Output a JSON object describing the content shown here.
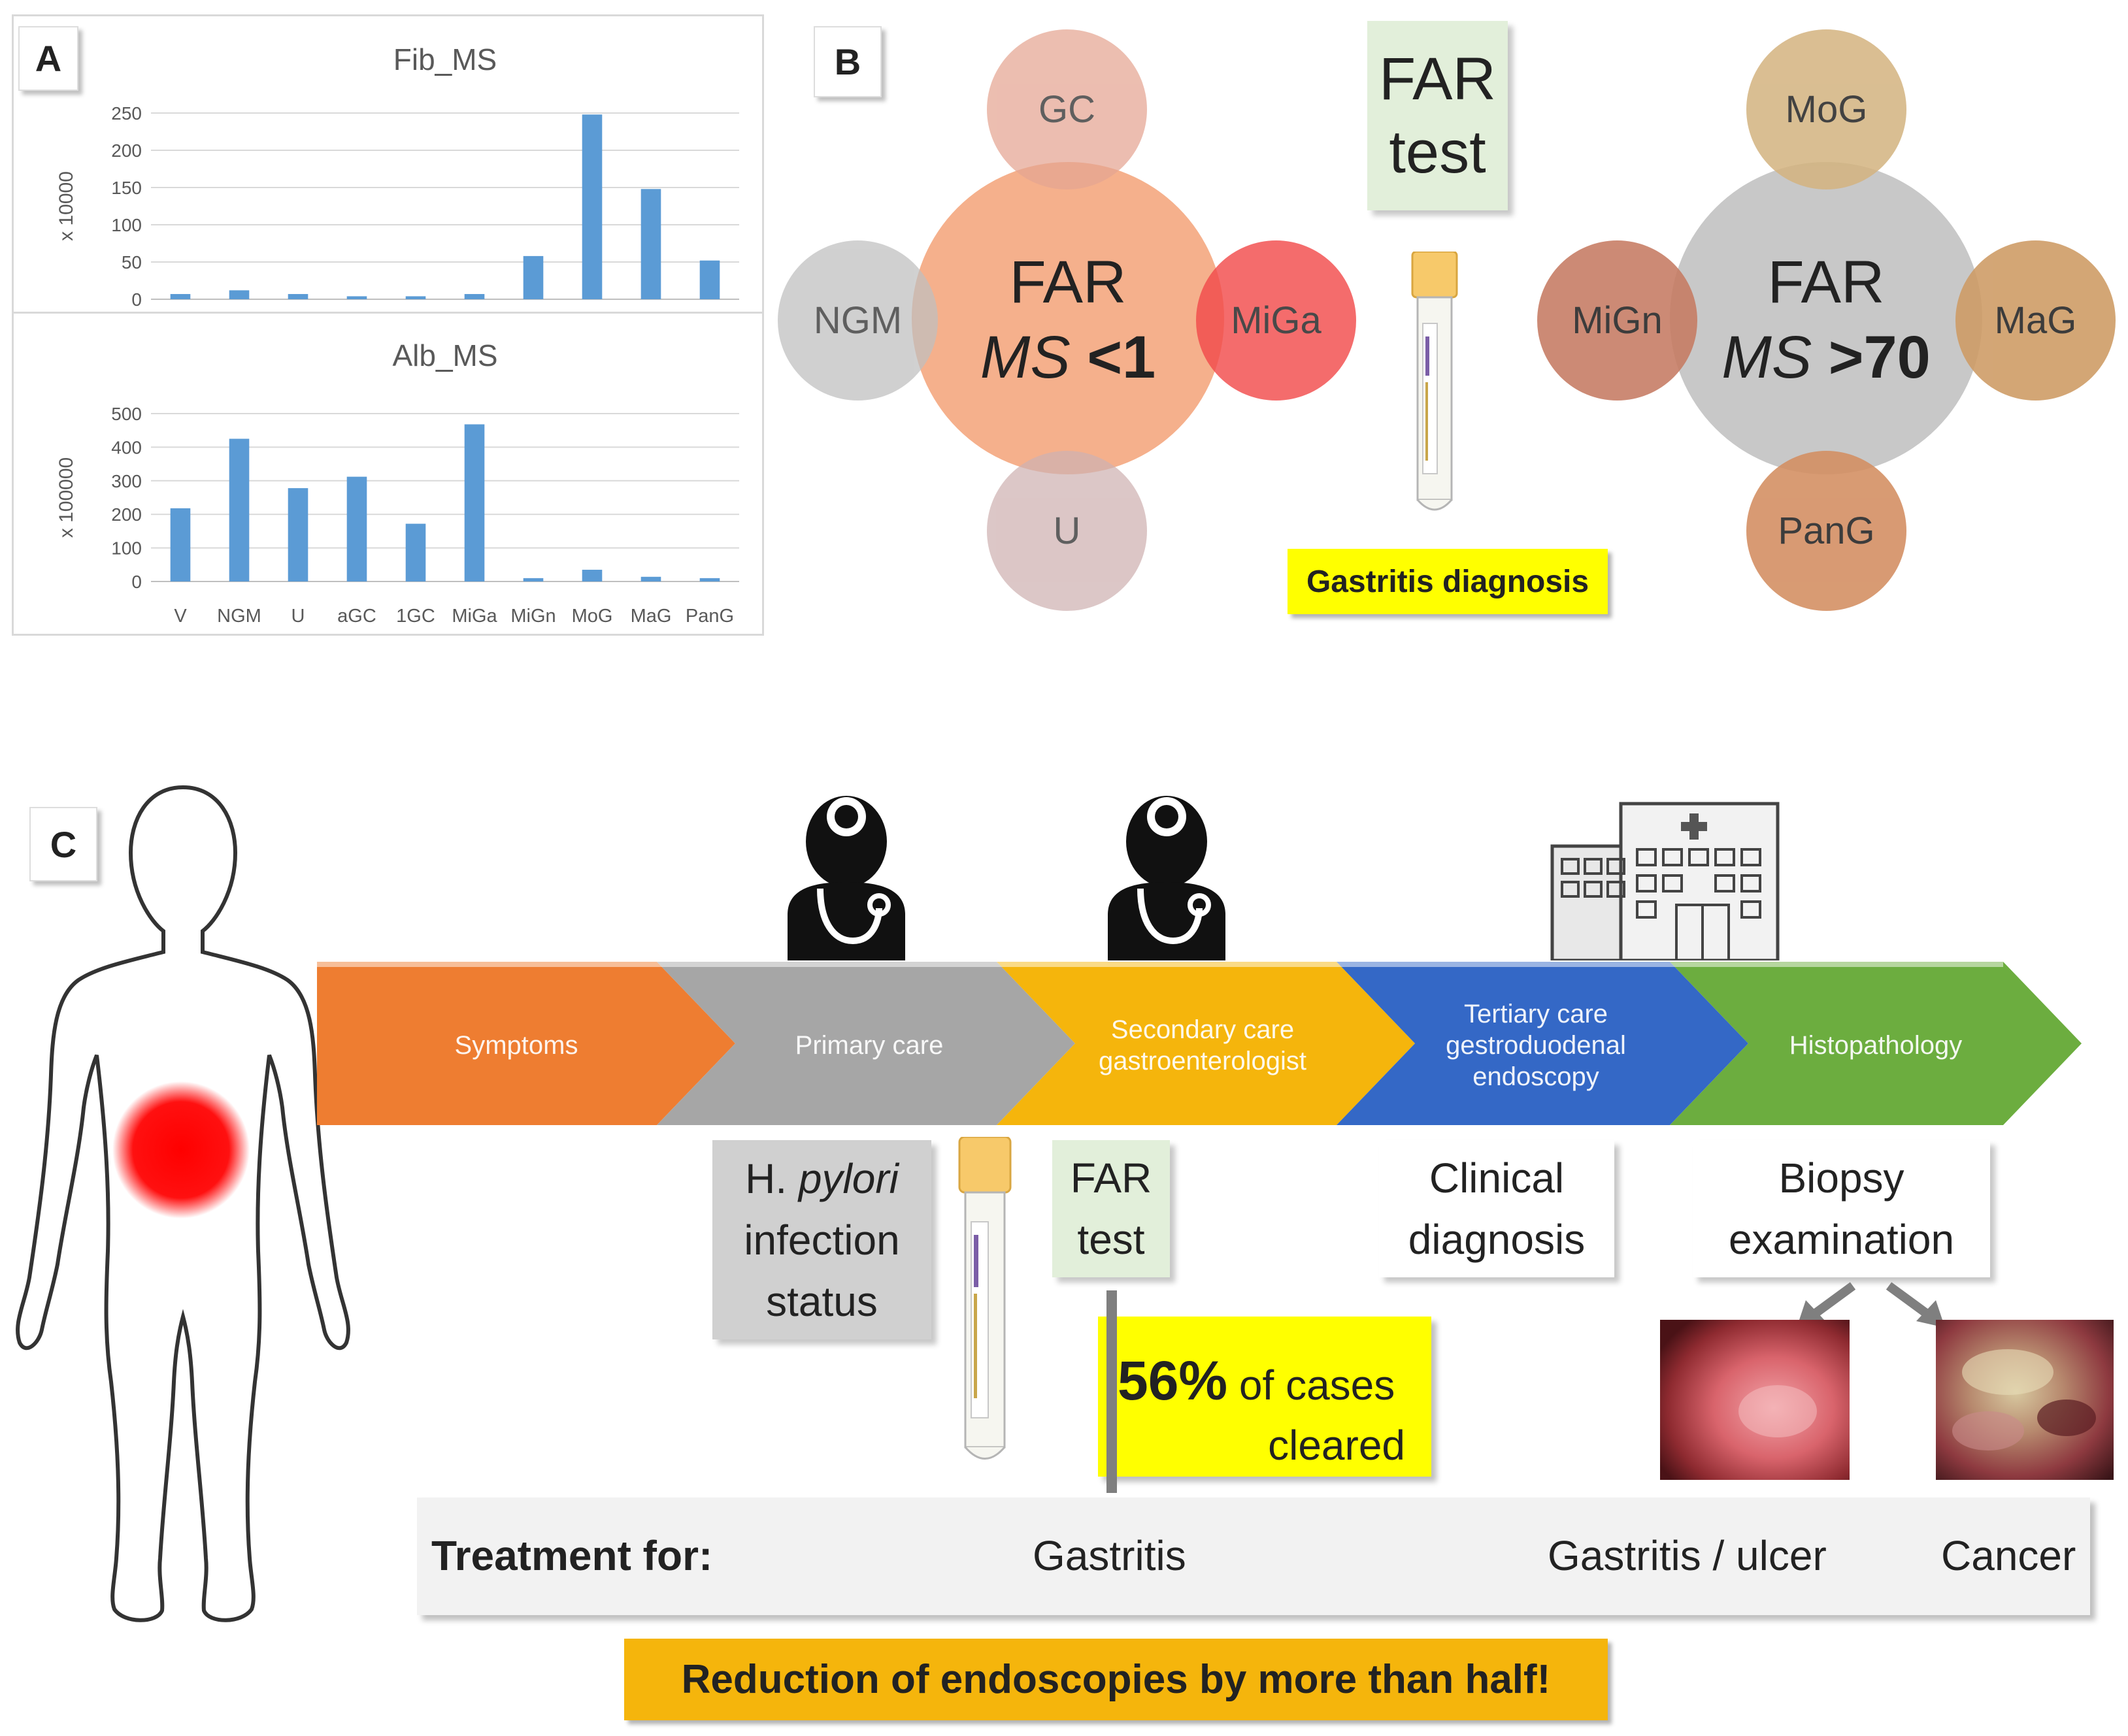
{
  "panels": {
    "a": "A",
    "b": "B",
    "c": "C"
  },
  "chart_data": [
    {
      "type": "bar",
      "title": "Fib_MS",
      "ylabel": "x 10000",
      "categories": [
        "V",
        "NGM",
        "U",
        "aGC",
        "1GC",
        "MiGa",
        "MiGn",
        "MoG",
        "MaG",
        "PanG"
      ],
      "values": [
        7,
        12,
        7,
        4,
        4,
        7,
        58,
        248,
        148,
        52
      ],
      "ylim": [
        0,
        250
      ],
      "yticks": [
        "0",
        "50",
        "100",
        "150",
        "200",
        "250"
      ],
      "grid": true,
      "color": "#5b9bd5"
    },
    {
      "type": "bar",
      "title": "Alb_MS",
      "ylabel": "x 100000",
      "categories": [
        "V",
        "NGM",
        "U",
        "aGC",
        "1GC",
        "MiGa",
        "MiGn",
        "MoG",
        "MaG",
        "PanG"
      ],
      "values": [
        218,
        425,
        278,
        312,
        172,
        468,
        10,
        35,
        14,
        10
      ],
      "ylim": [
        0,
        500
      ],
      "yticks": [
        "0",
        "100",
        "200",
        "300",
        "400",
        "500"
      ],
      "xticks": [
        "V",
        "NGM",
        "U",
        "aGC",
        "1GC",
        "MiGa",
        "MiGn",
        "MoG",
        "MaG",
        "PanG"
      ],
      "grid": true,
      "color": "#5b9bd5"
    }
  ],
  "panel_b": {
    "left": {
      "center_line1": "FAR",
      "center_ms": "MS",
      "center_value": "<1",
      "top": "GC",
      "left": "NGM",
      "right": "MiGa",
      "bottom": "U",
      "colors": {
        "center": "#f5b08c",
        "top": "#e9b3a4",
        "left": "#c9c9c9",
        "right": "#f26060",
        "bottom": "#d9c2c2"
      }
    },
    "far_test": {
      "line1": "FAR",
      "line2": "test"
    },
    "right": {
      "center_line1": "FAR",
      "center_ms": "MS",
      "center_value": ">70",
      "top": "MoG",
      "left": "MiGn",
      "right": "MaG",
      "bottom": "PanG",
      "colors": {
        "center": "#c8c8c8",
        "top": "#d6bc8e",
        "left": "#c98a72",
        "right": "#d2a474",
        "bottom": "#d6996f"
      }
    },
    "diagnosis_label": "Gastritis diagnosis"
  },
  "panel_c": {
    "steps": [
      {
        "label": "Symptoms",
        "color": "#ee7d31"
      },
      {
        "label": "Primary care",
        "color": "#a6a6a6"
      },
      {
        "label": "Secondary care gastroenterologist",
        "color": "#f5b50c"
      },
      {
        "label": "Tertiary care gestroduodenal endoscopy",
        "color": "#3468c6"
      },
      {
        "label": "Histopathology",
        "color": "#6cad3f"
      }
    ],
    "pylori_box": {
      "line1_pre": "H. ",
      "line1_italic": "pylori",
      "line2": "infection",
      "line3": "status"
    },
    "far_box": {
      "line1": "FAR",
      "line2": "test"
    },
    "clinical_box": {
      "line1": "Clinical",
      "line2": "diagnosis"
    },
    "biopsy_box": {
      "line1": "Biopsy",
      "line2": "examination"
    },
    "cleared": {
      "percent": "56%",
      "text1": "of cases",
      "text2": "cleared"
    },
    "treatment": {
      "label": "Treatment for:",
      "gastritis": "Gastritis",
      "ulcer": "Gastritis / ulcer",
      "cancer": "Cancer"
    },
    "reduction": "Reduction of endoscopies by more than half!"
  }
}
